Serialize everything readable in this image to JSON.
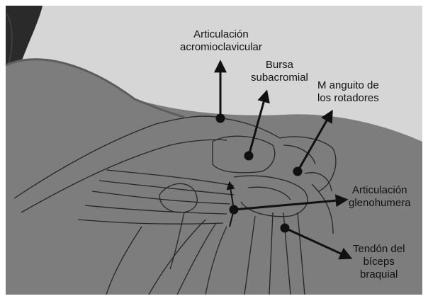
{
  "labels": {
    "acromioclavicular": {
      "line1": "Articulación",
      "line2": "acromioclavicular"
    },
    "bursa": {
      "line1": "Bursa",
      "line2": "subacromial"
    },
    "manguito": {
      "line1": "M anguito de",
      "line2": "los rotadores"
    },
    "glenohumera": {
      "line1": "Articulación",
      "line2": "glenohumera"
    },
    "biceps": {
      "line1": "Tendón del",
      "line2": "bíceps",
      "line3": "braquial"
    }
  },
  "colors": {
    "frame": "#ffffff",
    "background_wall": "#d9d9d9",
    "skin": "#7f7f7f",
    "skin_dark": "#6b6b6b",
    "drawing_lines": "#2a2a2a",
    "arrows": "#111111",
    "text": "#111111"
  }
}
